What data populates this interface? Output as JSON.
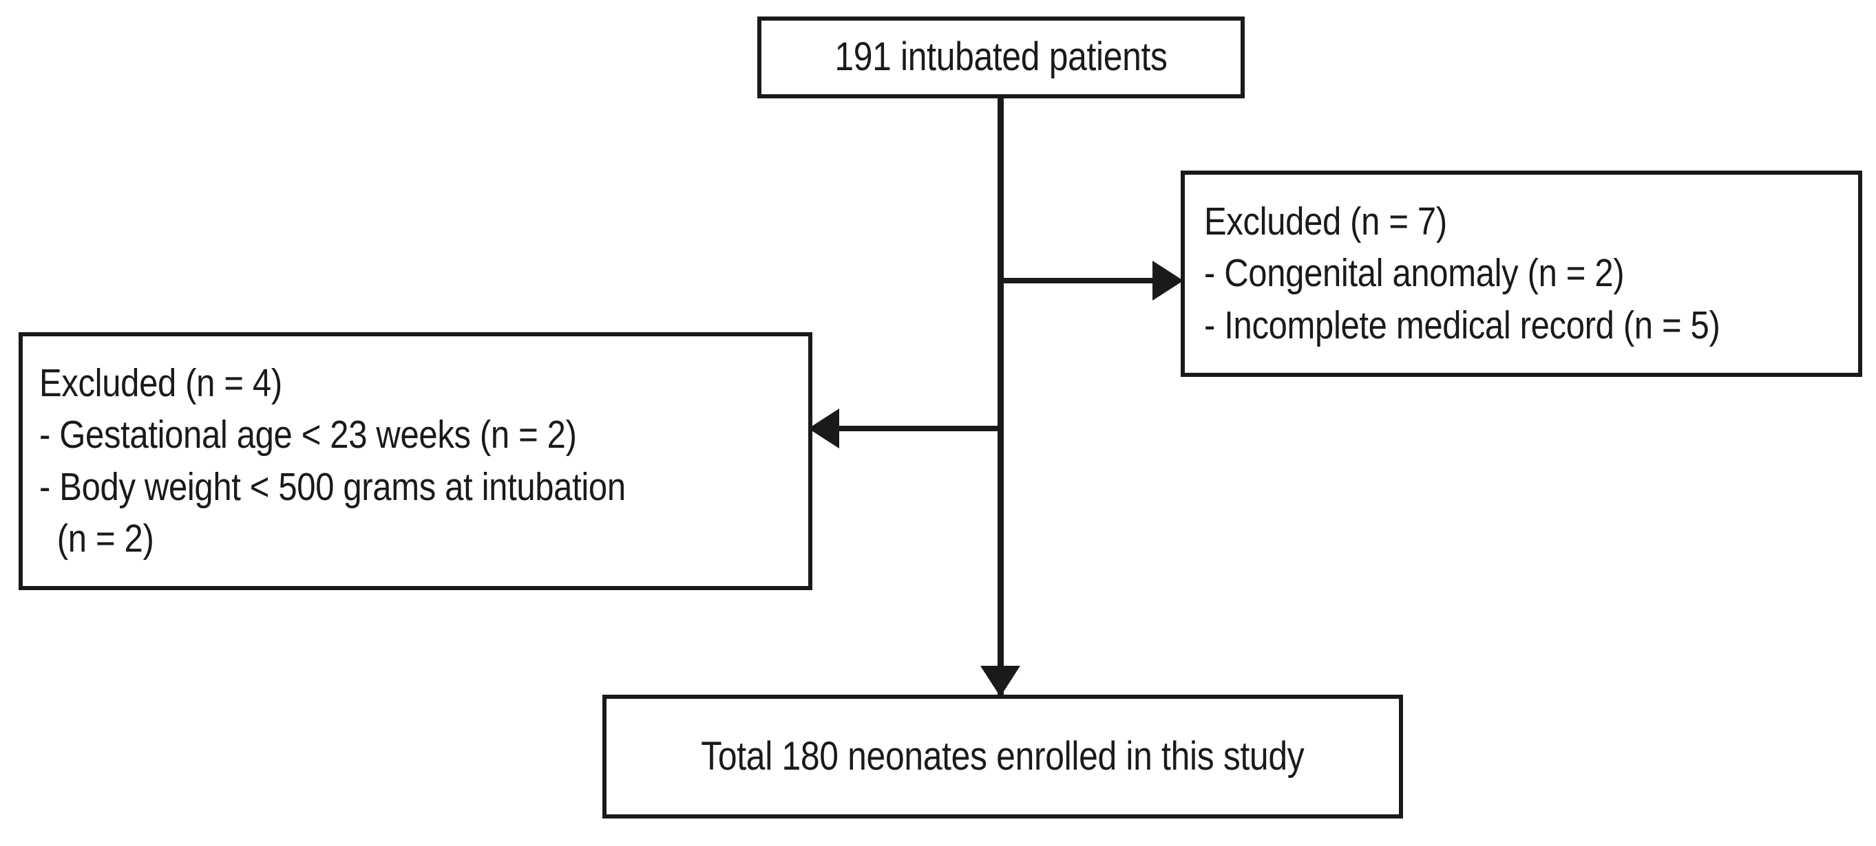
{
  "figure": {
    "type": "flowchart",
    "orientation": "top-down",
    "stroke_color": "#1a1a1a",
    "background_color": "#ffffff"
  },
  "nodes": {
    "top": {
      "label": "191 intubated patients",
      "lines": [
        "191 intubated patients"
      ]
    },
    "excluded_right": {
      "heading": "Excluded (n = 7)",
      "lines": [
        "Excluded (n = 7)",
        "- Congenital anomaly (n = 2)",
        "- Incomplete medical record (n = 5)"
      ]
    },
    "excluded_left": {
      "heading": "Excluded (n = 4)",
      "lines": [
        "Excluded (n = 4)",
        "- Gestational age < 23 weeks (n = 2)",
        "- Body weight < 500 grams at intubation",
        "(n = 2)"
      ]
    },
    "bottom": {
      "label": "Total 180 neonates enrolled in this study",
      "lines": [
        "Total 180 neonates enrolled in this study"
      ]
    }
  },
  "counts": {
    "initial_intubated_patients": 191,
    "excluded_right_total": 7,
    "excluded_right_congenital_anomaly": 2,
    "excluded_right_incomplete_record": 5,
    "excluded_left_total": 4,
    "excluded_left_gestational_age": 2,
    "excluded_left_body_weight": 2,
    "final_enrolled_neonates": 180
  },
  "connectors": {
    "trunk": "vertical-line-from-top-box-to-bottom-box",
    "branch_right": "arrow-right-to-excluded-n7",
    "branch_left": "arrow-left-to-excluded-n4",
    "terminal": "arrow-down-to-total-box"
  }
}
